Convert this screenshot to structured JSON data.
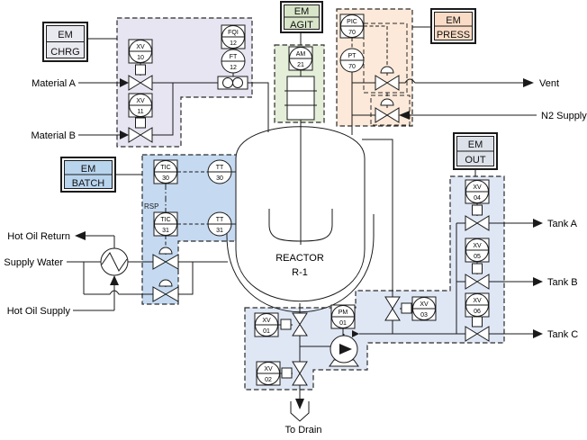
{
  "em": {
    "chrg": {
      "l1": "EM",
      "l2": "CHRG"
    },
    "agit": {
      "l1": "EM",
      "l2": "AGIT"
    },
    "press": {
      "l1": "EM",
      "l2": "PRESS"
    },
    "batch": {
      "l1": "EM",
      "l2": "BATCH"
    },
    "out": {
      "l1": "EM",
      "l2": "OUT"
    }
  },
  "instruments": {
    "xv10": {
      "t": "XV",
      "n": "10"
    },
    "xv11": {
      "t": "XV",
      "n": "11"
    },
    "fqi12": {
      "t": "FQI",
      "n": "12"
    },
    "ft12": {
      "t": "FT",
      "n": "12"
    },
    "am21": {
      "t": "AM",
      "n": "21"
    },
    "pic70": {
      "t": "PIC",
      "n": "70"
    },
    "pt70": {
      "t": "PT",
      "n": "70"
    },
    "tic30": {
      "t": "TIC",
      "n": "30"
    },
    "tt30": {
      "t": "TT",
      "n": "30"
    },
    "tic31": {
      "t": "TIC",
      "n": "31"
    },
    "tt31": {
      "t": "TT",
      "n": "31"
    },
    "xv01": {
      "t": "XV",
      "n": "01"
    },
    "xv02": {
      "t": "XV",
      "n": "02"
    },
    "xv03": {
      "t": "XV",
      "n": "03"
    },
    "pm01": {
      "t": "PM",
      "n": "01"
    },
    "xv04": {
      "t": "XV",
      "n": "04"
    },
    "xv05": {
      "t": "XV",
      "n": "05"
    },
    "xv06": {
      "t": "XV",
      "n": "06"
    }
  },
  "labels": {
    "material_a": "Material A",
    "material_b": "Material B",
    "vent": "Vent",
    "n2_supply": "N2 Supply",
    "hot_oil_return": "Hot Oil Return",
    "supply_water": "Supply Water",
    "hot_oil_supply": "Hot Oil Supply",
    "tank_a": "Tank A",
    "tank_b": "Tank B",
    "tank_c": "Tank C",
    "to_drain": "To Drain",
    "rsp": "RSP",
    "reactor_name": "REACTOR",
    "reactor_tag": "R-1"
  },
  "colors": {
    "chrg_region": "#e7e5f1",
    "agit_region": "#e4eed9",
    "press_region": "#fce9d9",
    "batch_region": "#c5daf1",
    "out_region": "#dfe7f5",
    "em_chrg": "#e9e9f0",
    "em_agit": "#d8e5c8",
    "em_press": "#fadcc6",
    "em_batch": "#b9d5ee",
    "em_out": "#dde1ea"
  }
}
